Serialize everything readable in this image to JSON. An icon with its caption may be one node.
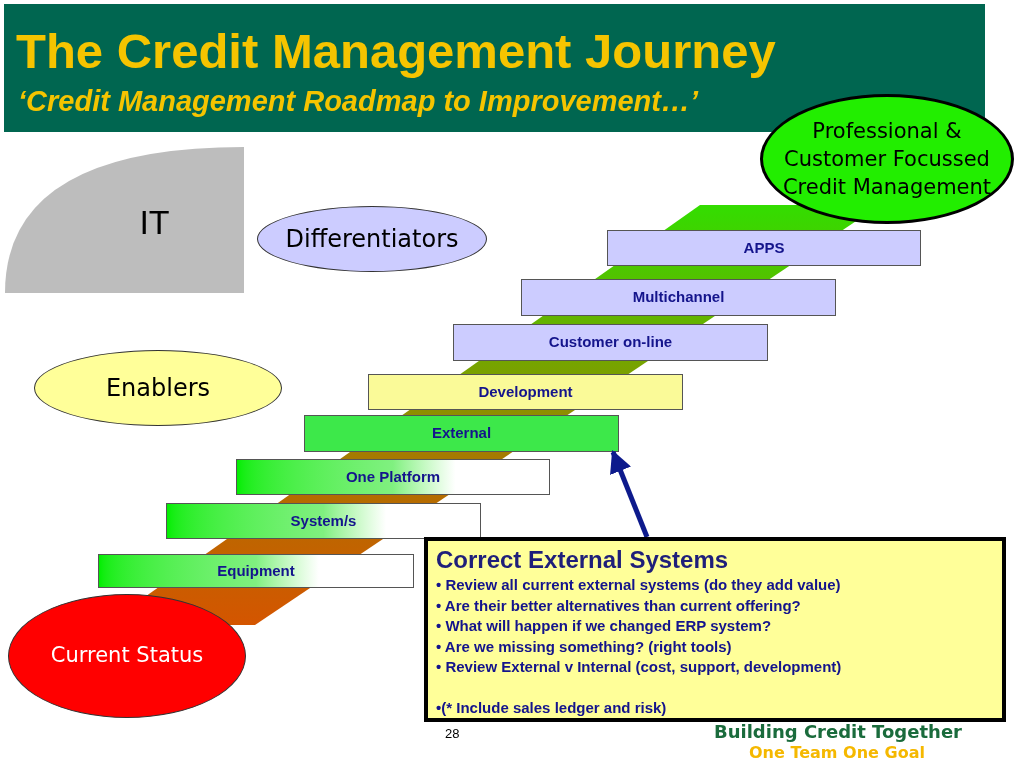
{
  "diagram": {
    "title": "The Credit Management Journey",
    "nodes": [
      {
        "text": [
          "IT"
        ]
      },
      {
        "text": [
          "Differentiators"
        ]
      },
      {
        "text": [
          "Enablers"
        ]
      },
      {
        "text": [
          "Current Status"
        ]
      },
      {
        "text": [
          "Equipment"
        ]
      },
      {
        "text": [
          "System/s"
        ]
      },
      {
        "text": [
          "One Platform"
        ]
      },
      {
        "text": [
          "External"
        ]
      },
      {
        "text": [
          "Development"
        ]
      },
      {
        "text": [
          "Customer on-line"
        ]
      },
      {
        "text": [
          "Multichannel"
        ]
      },
      {
        "text": [
          "APPS"
        ]
      },
      {
        "text": [
          "Professional & Customer Focussed Credit Management"
        ]
      },
      {
        "text": [
          "Correct External Systems",
          "• Review all current external systems (do they add value)",
          "• Are their better alternatives than current offering?",
          "• What will happen if we changed ERP system?",
          "• Are we missing something? (right tools)",
          "• Review External v Internal (cost, support, development)",
          "•(* Include sales ledger and risk)"
        ]
      }
    ],
    "edges": [
      {
        "from": 13,
        "to": 7,
        "arrow": "to"
      }
    ],
    "labels": [
      "‘Credit Management Roadmap to Improvement…’",
      "28",
      "Building Credit Together",
      "One Team One Goal"
    ]
  }
}
